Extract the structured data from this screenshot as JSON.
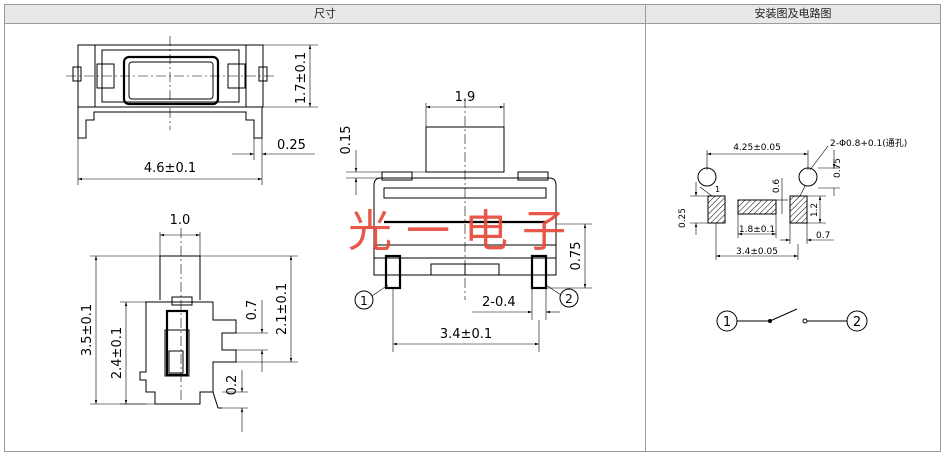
{
  "headers": {
    "dimensions": "尺寸",
    "mounting": "安装图及电路图"
  },
  "top_view": {
    "width_dim": "4.6±0.1",
    "height_dim": "1.7±0.1",
    "pin_dim": "0.25"
  },
  "front_view": {
    "stem_width": "1.9",
    "stem_gap": "0.15",
    "height_dim": "0.75",
    "pitch_dim": "2-0.4",
    "span_dim": "3.4±0.1",
    "pin1": "1",
    "pin2": "2"
  },
  "side_view": {
    "stem_width": "1.0",
    "total_height": "3.5±0.1",
    "body_height": "2.4±0.1",
    "upper_height": "2.1±0.1",
    "step": "0.7",
    "foot": "0.2"
  },
  "watermark": "光 一 电 子",
  "pcb_layout": {
    "hole_spacing": "4.25±0.05",
    "hole_spec": "2-Φ0.8+0.1(通孔)",
    "pad_height": "1.2",
    "pad_gap_left": "0.25",
    "pad_top": "0.6",
    "hole_offset": "0.75",
    "center_pad": "1.8±0.1",
    "pad_width": "0.7",
    "pad_span": "3.4±0.05",
    "hole_label": "1"
  },
  "circuit": {
    "terminal1": "1",
    "terminal2": "2"
  },
  "colors": {
    "watermark": "#e74a3a",
    "header_bg": "#e8e8e8",
    "border": "#9a9a9a"
  }
}
